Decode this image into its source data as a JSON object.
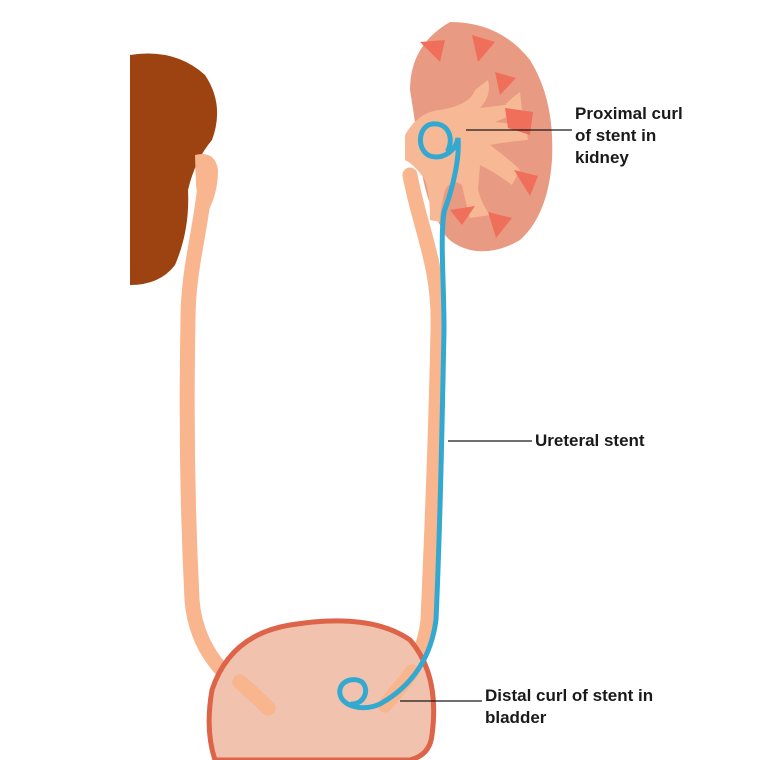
{
  "labels": {
    "proximal_curl": "Proximal curl\nof stent in\nkidney",
    "ureteral_stent": "Ureteral stent",
    "distal_curl": "Distal curl of stent in\nbladder"
  },
  "colors": {
    "left_kidney": "#9c4311",
    "right_kidney": "#e99a82",
    "renal_pelvis": "#f7b995",
    "calyx": "#f06f5a",
    "ureter": "#f8b58e",
    "bladder_fill": "#f1c2ad",
    "bladder_wall": "#dd6349",
    "stent": "#33a9d1",
    "leader_line": "#1a1a1a"
  }
}
